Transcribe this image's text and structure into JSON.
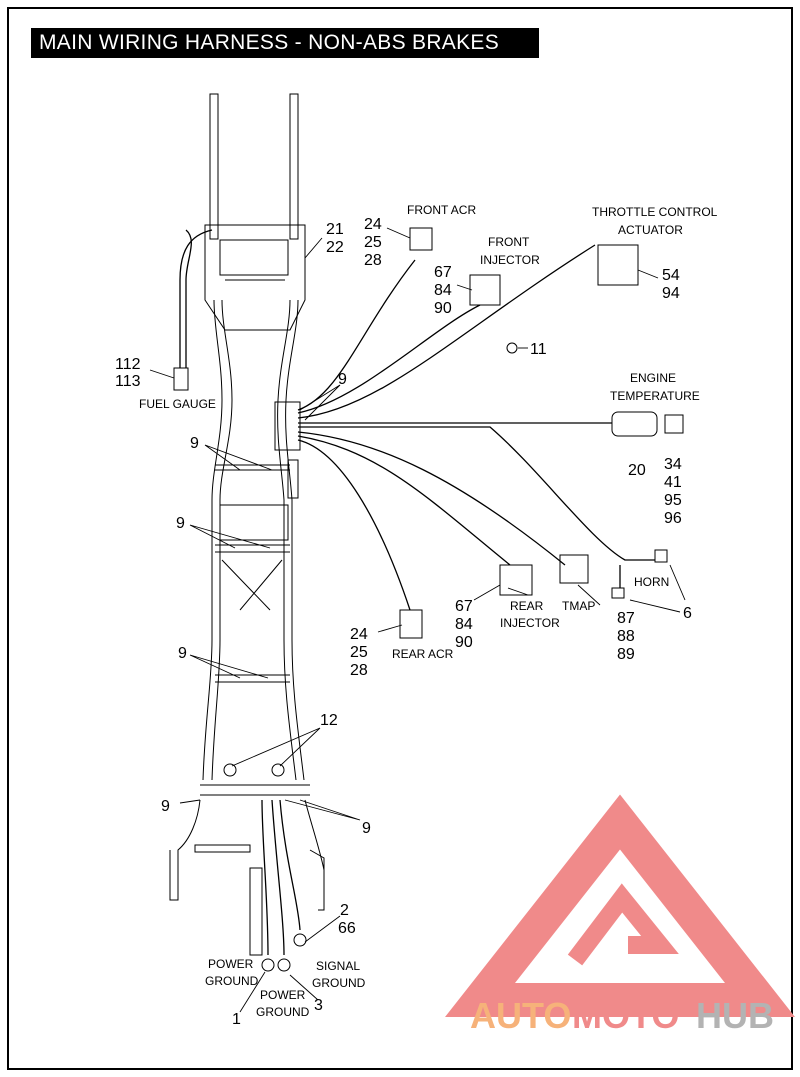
{
  "title": "MAIN WIRING HARNESS - NON-ABS BRAKES",
  "labels": {
    "front_acr": "FRONT ACR",
    "front_injector": [
      "FRONT",
      "INJECTOR"
    ],
    "throttle_control_actuator": [
      "THROTTLE CONTROL",
      "ACTUATOR"
    ],
    "engine_temperature": [
      "ENGINE",
      "TEMPERATURE"
    ],
    "fuel_gauge": "FUEL GAUGE",
    "horn": "HORN",
    "tmap": "TMAP",
    "rear_injector": [
      "REAR",
      "INJECTOR"
    ],
    "rear_acr": "REAR ACR",
    "power_ground_left": [
      "POWER",
      "GROUND"
    ],
    "power_ground_center": [
      "POWER",
      "GROUND"
    ],
    "signal_ground": [
      "SIGNAL",
      "GROUND"
    ]
  },
  "callouts": {
    "frame_upper": [
      "21",
      "22"
    ],
    "front_acr": [
      "24",
      "25",
      "28"
    ],
    "front_injector": [
      "67",
      "84",
      "90"
    ],
    "throttle_actuator": [
      "54",
      "94"
    ],
    "fuel_gauge": [
      "112",
      "113"
    ],
    "clip_11": "11",
    "tie_9": "9",
    "engine_temp_sender": "20",
    "engine_temp_connector": [
      "34",
      "41",
      "95",
      "96"
    ],
    "rear_injector": [
      "67",
      "84",
      "90"
    ],
    "tmap": [
      "87",
      "88",
      "89"
    ],
    "horn": "6",
    "rear_acr": [
      "24",
      "25",
      "28"
    ],
    "grommet": "12",
    "signal_ground": [
      "2",
      "66"
    ],
    "power_ground_left": "1",
    "power_ground_center": "3"
  },
  "logo": {
    "part1": "AUTO",
    "part2": "MOTO",
    "part3": "HUB"
  },
  "colors": {
    "title_bg": "#000000",
    "title_fg": "#ffffff",
    "logo_orange": "#f6b27a",
    "logo_red": "#f08a8a",
    "logo_gray": "#b3b3b3"
  }
}
